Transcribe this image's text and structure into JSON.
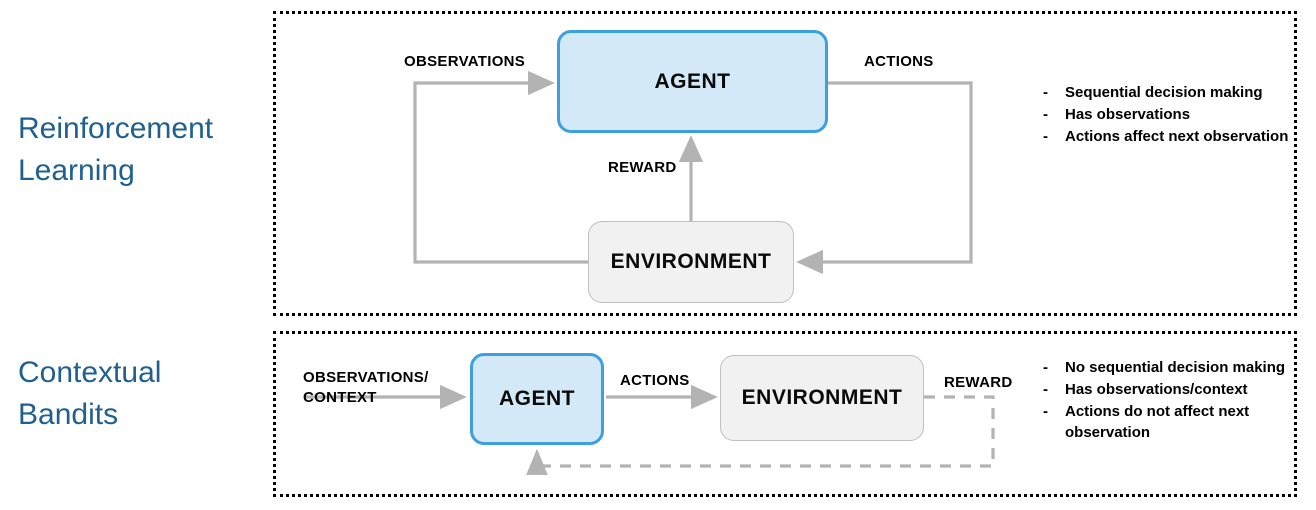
{
  "diagram": {
    "title_visible": false,
    "colors": {
      "row_label": "#1F6090",
      "agent_fill": "#D4E9F7",
      "agent_border": "#3CA0DF",
      "env_fill": "#F1F1F1",
      "env_border": "#BFBFBF",
      "arrow": "#B3B3B3",
      "panel_border": "#000000",
      "text": "#000000"
    },
    "rows": [
      {
        "id": "reinforcement-learning",
        "label": "Reinforcement\nLearning",
        "nodes": {
          "agent": "AGENT",
          "environment": "ENVIRONMENT"
        },
        "edges": [
          {
            "id": "observations",
            "label": "OBSERVATIONS",
            "style": "solid",
            "from": "environment",
            "to": "agent"
          },
          {
            "id": "actions",
            "label": "ACTIONS",
            "style": "solid",
            "from": "agent",
            "to": "environment"
          },
          {
            "id": "reward",
            "label": "REWARD",
            "style": "solid",
            "from": "environment",
            "to": "agent"
          }
        ],
        "bullets": [
          "Sequential decision making",
          "Has observations",
          "Actions affect next observation"
        ],
        "bullet_marker": "-"
      },
      {
        "id": "contextual-bandits",
        "label": "Contextual\nBandits",
        "nodes": {
          "agent": "AGENT",
          "environment": "ENVIRONMENT"
        },
        "edges": [
          {
            "id": "observations-context",
            "label": "OBSERVATIONS/\nCONTEXT",
            "style": "solid",
            "from": "external",
            "to": "agent"
          },
          {
            "id": "actions",
            "label": "ACTIONS",
            "style": "solid",
            "from": "agent",
            "to": "environment"
          },
          {
            "id": "reward",
            "label": "REWARD",
            "style": "dashed",
            "from": "environment",
            "to": "agent"
          }
        ],
        "bullets": [
          "No sequential decision making",
          "Has observations/context",
          "Actions do not affect next observation"
        ],
        "bullet_marker": "-"
      }
    ]
  }
}
